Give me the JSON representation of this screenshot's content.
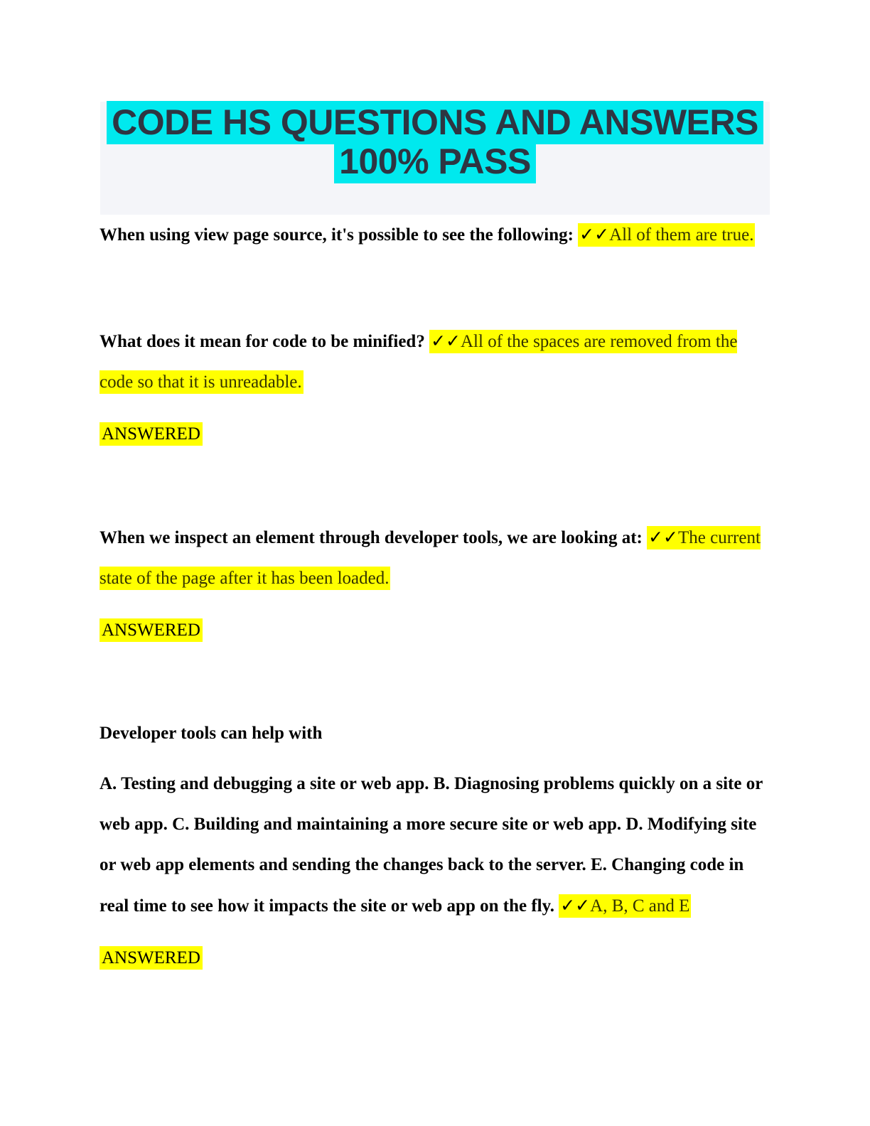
{
  "page": {
    "title_lines": [
      "CODE HS QUESTIONS AND ANSWERS",
      "100% PASS"
    ]
  },
  "colors": {
    "banner_background": "#f4f5f9",
    "title_text": "#2e3542",
    "title_highlight": "#00e9ee",
    "answer_highlight": "#ffff00",
    "answer_text": "#333300",
    "question_text": "#000000"
  },
  "check_marks": "✓✓",
  "answered_label": "ANSWERED",
  "blocks": [
    {
      "type": "qa",
      "question": "When using view page source, it's possible to see the following: ",
      "answer": "All of them are true."
    },
    {
      "type": "qa",
      "question": "What does it mean for code to be minified? ",
      "answer": "All of the spaces are removed from the code so that it is unreadable."
    },
    {
      "type": "answered"
    },
    {
      "type": "qa",
      "question": "When we inspect an element through developer tools, we are looking at: ",
      "answer": "The current state of the page after it has been loaded."
    },
    {
      "type": "answered"
    },
    {
      "type": "paragraph",
      "text": "Developer tools can help with"
    },
    {
      "type": "qa",
      "question": "A. Testing and debugging a site or web app. B. Diagnosing problems quickly on a site or web app. C. Building and maintaining a more secure site or web app. D. Modifying site or web app elements and sending the changes back to the server. E. Changing code in real time to see how it impacts the site or web app on the fly. ",
      "answer": "A, B, C and E"
    },
    {
      "type": "answered"
    }
  ]
}
